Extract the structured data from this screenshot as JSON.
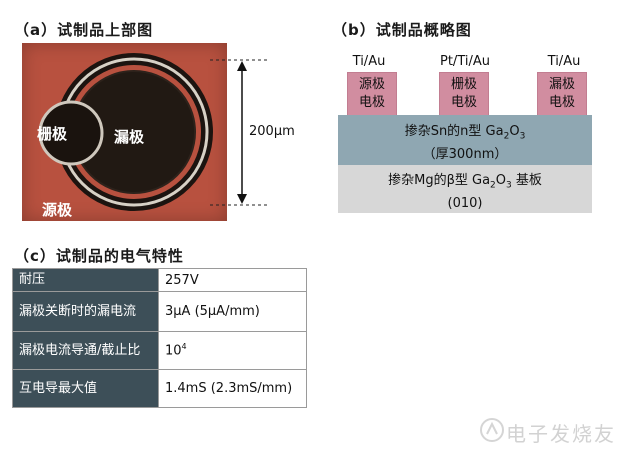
{
  "panel_a": {
    "title": "（a）试制品上部图",
    "gate_label": "栅极",
    "drain_label": "漏极",
    "source_label": "源极",
    "dimension": "200μm"
  },
  "panel_b": {
    "title": "（b）试制品概略图",
    "contacts": [
      {
        "metal": "Ti/Au",
        "label1": "源极",
        "label2": "电极"
      },
      {
        "metal": "Pt/Ti/Au",
        "label1": "栅极",
        "label2": "电极"
      },
      {
        "metal": "Ti/Au",
        "label1": "漏极",
        "label2": "电极"
      }
    ],
    "n_layer": {
      "line1_pre": "掺杂Sn的n型 Ga",
      "sub1": "2",
      "mid": "O",
      "sub2": "3",
      "line2": "（厚300nm）"
    },
    "substrate": {
      "line1_pre": "掺杂Mg的β型 Ga",
      "sub1": "2",
      "mid": "O",
      "sub2": "3",
      "post": " 基板",
      "line2": "(010)"
    }
  },
  "panel_c": {
    "title": "（c）试制品的电气特性",
    "rows": [
      {
        "key": "耐压",
        "value": "257V"
      },
      {
        "key": "漏极关断时的漏电流",
        "value": "3μA (5μA/mm)"
      },
      {
        "key": "漏极电流导通/截止比",
        "value": "10",
        "value_sup": "4"
      },
      {
        "key": "互电导最大值",
        "value": "1.4mS (2.3mS/mm)"
      }
    ]
  },
  "watermark": {
    "text": "电子发烧友"
  },
  "colors": {
    "photo_bg": "#b8513f",
    "metal": "#d18da0",
    "n_layer": "#8fa7b2",
    "substrate": "#d7d7d7",
    "table_header": "#3d4f58"
  }
}
